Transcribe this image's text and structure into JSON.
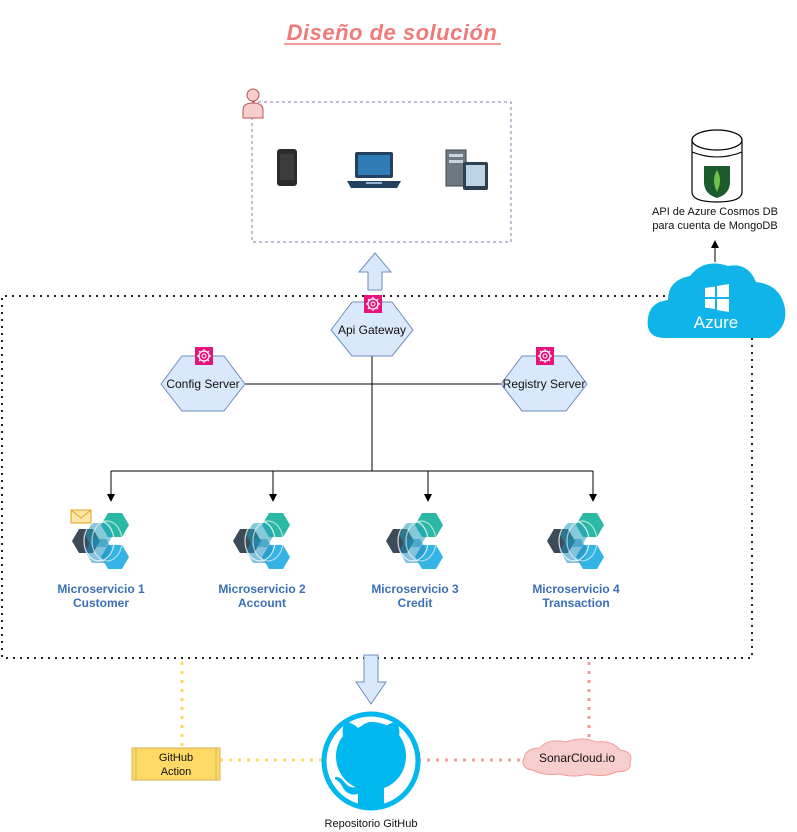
{
  "title": "Diseño de solución",
  "gateway": {
    "label": "Api Gateway"
  },
  "config_server": {
    "label": "Config Server"
  },
  "registry_server": {
    "label": "Registry Server"
  },
  "microservices": [
    {
      "line1": "Microservicio 1",
      "line2": "Customer"
    },
    {
      "line1": "Microservicio 2",
      "line2": "Account"
    },
    {
      "line1": "Microservicio 3",
      "line2": "Credit"
    },
    {
      "line1": "Microservicio 4",
      "line2": "Transaction"
    }
  ],
  "cosmos": {
    "line1": "API de Azure Cosmos DB",
    "line2": "para cuenta de MongoDB"
  },
  "azure": {
    "label": "Azure"
  },
  "github_action": {
    "line1": "GitHub",
    "line2": "Action"
  },
  "sonarcloud": {
    "label": "SonarCloud.io"
  },
  "repo": {
    "label": "Repositorio GitHub"
  },
  "colors": {
    "title": "#f07a7a",
    "hex_fill": "#dae8fc",
    "hex_stroke": "#6c8ebf",
    "aws_pink": "#e7157b",
    "azure_blue": "#0fb5e8",
    "github_blue": "#00b7ef",
    "action_yellow": "#ffd966",
    "sonar_pink": "#f19c99",
    "ms_label": "#3b6fb6"
  },
  "icons": [
    "user-icon",
    "mobile-icon",
    "laptop-icon",
    "server-icon",
    "gear-icon",
    "mail-icon",
    "microservice-hex-icon",
    "mongodb-icon",
    "windows-icon",
    "github-icon"
  ]
}
